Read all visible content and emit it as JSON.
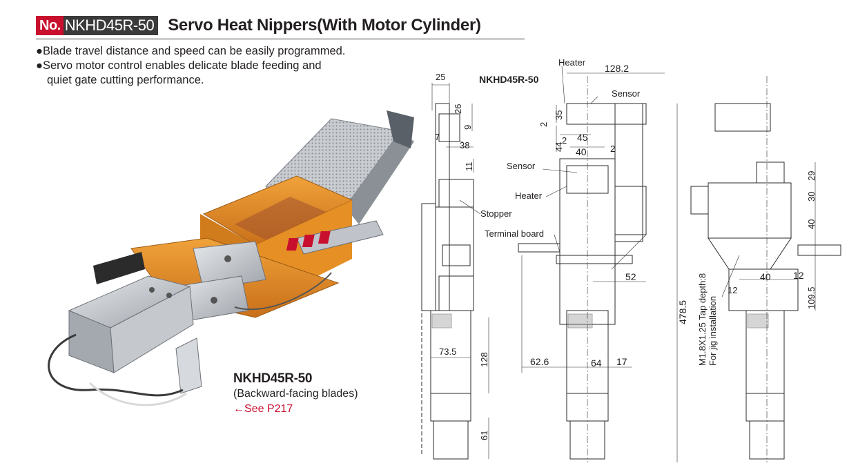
{
  "header": {
    "no_label": "No.",
    "model": "NKHD45R-50",
    "title": "Servo Heat Nippers(With Motor Cylinder)"
  },
  "bullets": {
    "line1": "●Blade travel distance and speed can be easily programmed.",
    "line2a": "●Servo motor control enables delicate blade feeding and",
    "line2b": "quiet gate cutting performance."
  },
  "caption": {
    "model": "NKHD45R-50",
    "subtitle": "(Backward-facing blades)",
    "see_link": "←See P217"
  },
  "drawing": {
    "model_label": "NKHD45R-50",
    "callouts": {
      "heater_top": "Heater",
      "sensor_top": "Sensor",
      "sensor_mid": "Sensor",
      "heater_mid": "Heater",
      "stopper": "Stopper",
      "terminal_board": "Terminal board",
      "tap_line1": "M1.8X1.25 Tap depth:8",
      "tap_line2": "For jig installation"
    },
    "dims": {
      "d25": "25",
      "d26": "26",
      "d9": "9",
      "d7": "7",
      "d38": "38",
      "d11": "11",
      "d73_5": "73.5",
      "d128": "128",
      "d61": "61",
      "d128_2": "128.2",
      "d35": "35",
      "d2a": "2",
      "d44": "44",
      "d2b": "2",
      "d45": "45",
      "d40a": "40",
      "d2c": "2",
      "d52": "52",
      "d62_6": "62.6",
      "d64": "64",
      "d17": "17",
      "d478_5": "478.5",
      "d29": "29",
      "d30": "30",
      "d40b": "40",
      "d12a": "12",
      "d40c": "40",
      "d12b": "12",
      "d109_5": "109.5"
    }
  },
  "colors": {
    "brand_red": "#c8102e",
    "badge_gray": "#3a3a3a",
    "body_orange": "#e38a1e",
    "metal_gray": "#b8bcc2"
  }
}
